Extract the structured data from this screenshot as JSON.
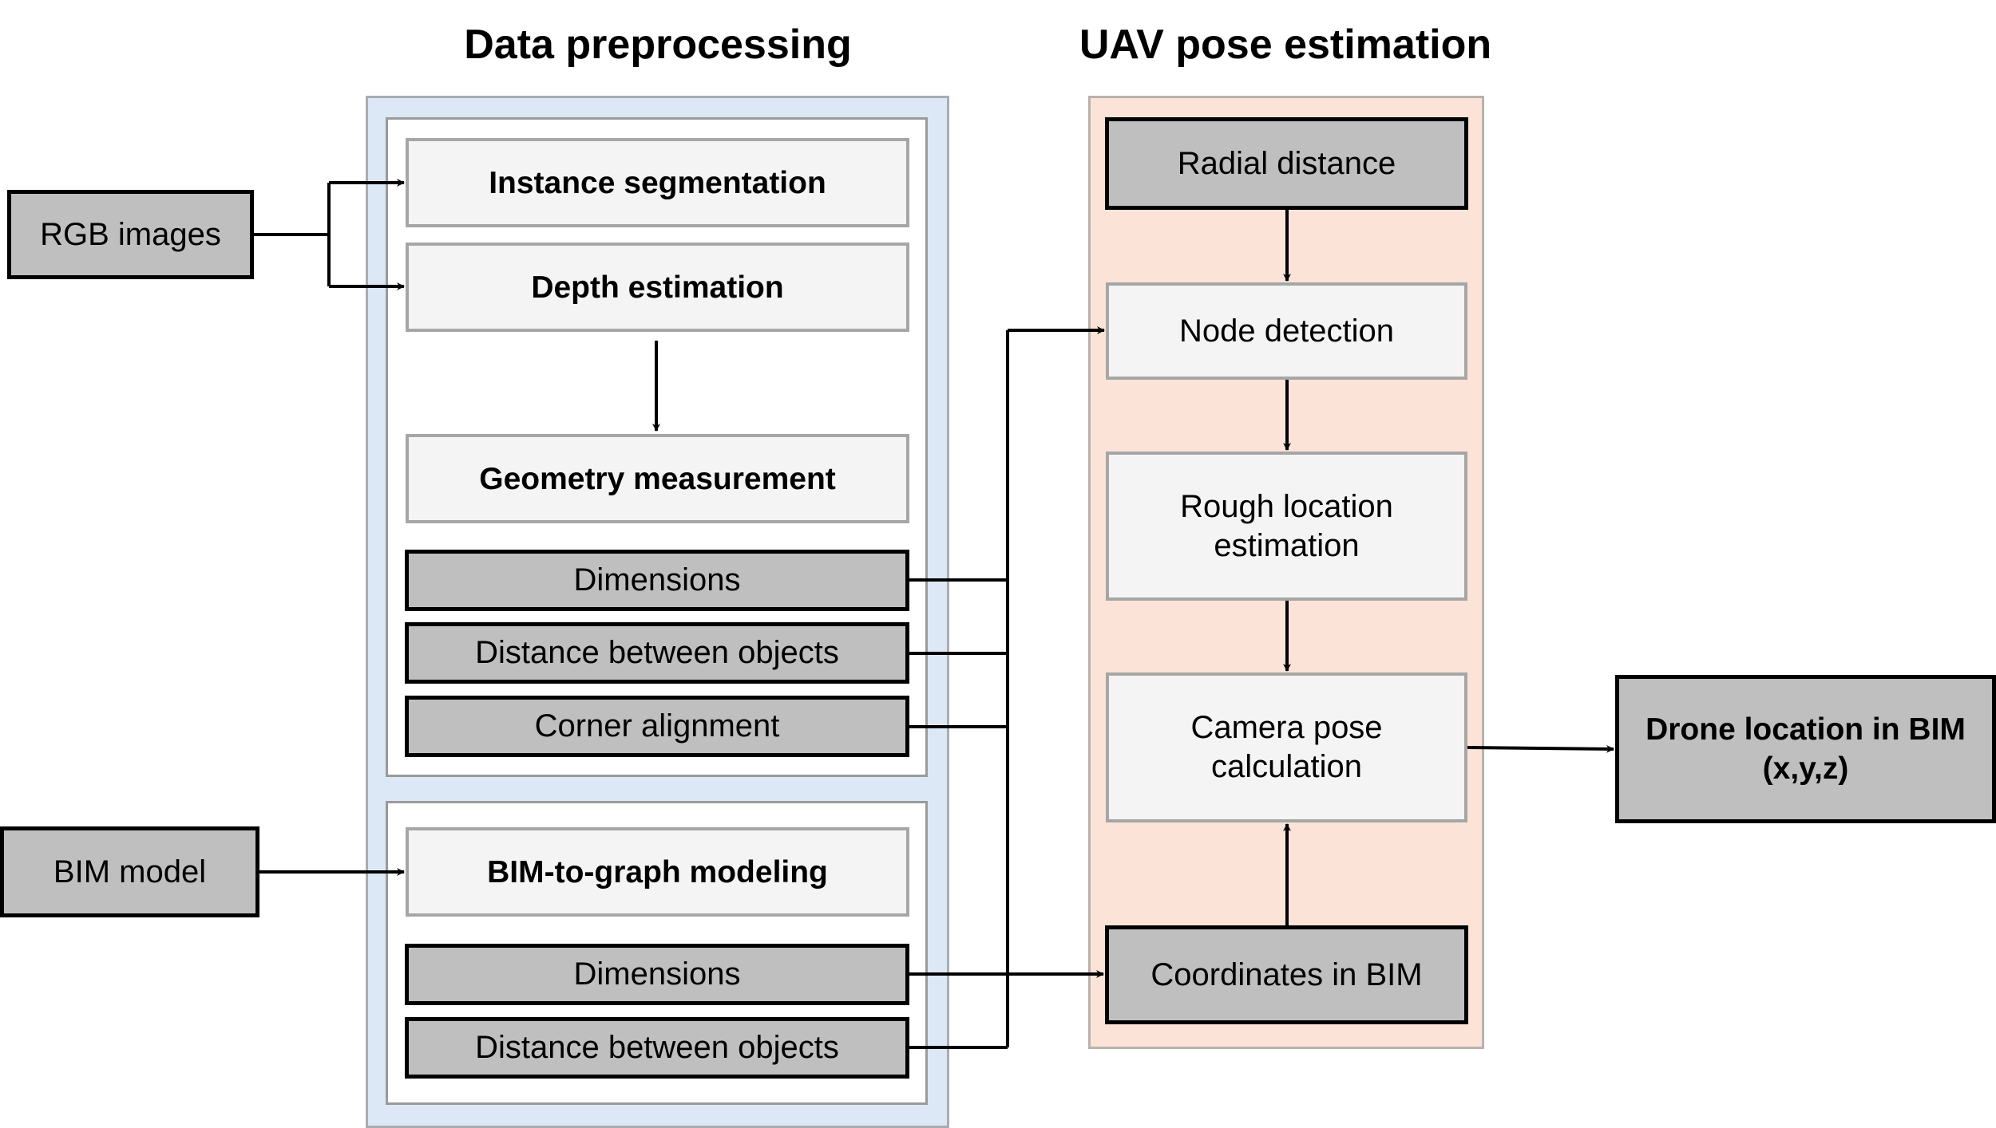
{
  "titles": {
    "data_preprocessing": "Data preprocessing",
    "uav_pose_estimation": "UAV pose estimation"
  },
  "inputs": {
    "rgb_images": "RGB images",
    "bim_model": "BIM model"
  },
  "preprocessing": {
    "image_branch": {
      "instance_segmentation": "Instance segmentation",
      "depth_estimation": "Depth estimation",
      "geometry_measurement": "Geometry measurement",
      "outputs": [
        "Dimensions",
        "Distance between objects",
        "Corner alignment"
      ]
    },
    "bim_branch": {
      "bim_to_graph": "BIM-to-graph modeling",
      "outputs": [
        "Dimensions",
        "Distance between objects"
      ]
    }
  },
  "pose_estimation": {
    "radial_distance": "Radial distance",
    "node_detection": "Node detection",
    "rough_location": "Rough location estimation",
    "camera_pose": "Camera pose calculation",
    "coordinates_in_bim": "Coordinates in BIM"
  },
  "output": {
    "line1": "Drone location in BIM",
    "line2": "(x,y,z)"
  },
  "colors": {
    "preprocessing_panel": "#dce8f6",
    "pose_panel": "#fce3d8",
    "light_box": "#f4f4f4",
    "dark_box": "#bfbfbf"
  }
}
